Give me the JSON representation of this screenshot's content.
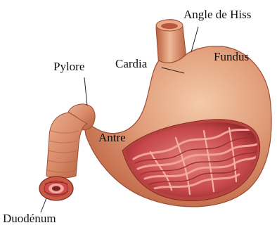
{
  "diagram": {
    "labels": {
      "angle_de_hiss": "Angle de Hiss",
      "pylore": "Pylore",
      "cardia": "Cardia",
      "fundus": "Fundus",
      "antre": "Antre",
      "duodenum": "Duodénum"
    },
    "colors": {
      "tissue_base": "#d9896a",
      "tissue_highlight": "#f2c2a6",
      "tissue_shadow": "#a9563e",
      "mucosa": "#c8474a",
      "mucosa_fold": "#e58a84",
      "lumen_dark": "#7a1f22"
    }
  }
}
